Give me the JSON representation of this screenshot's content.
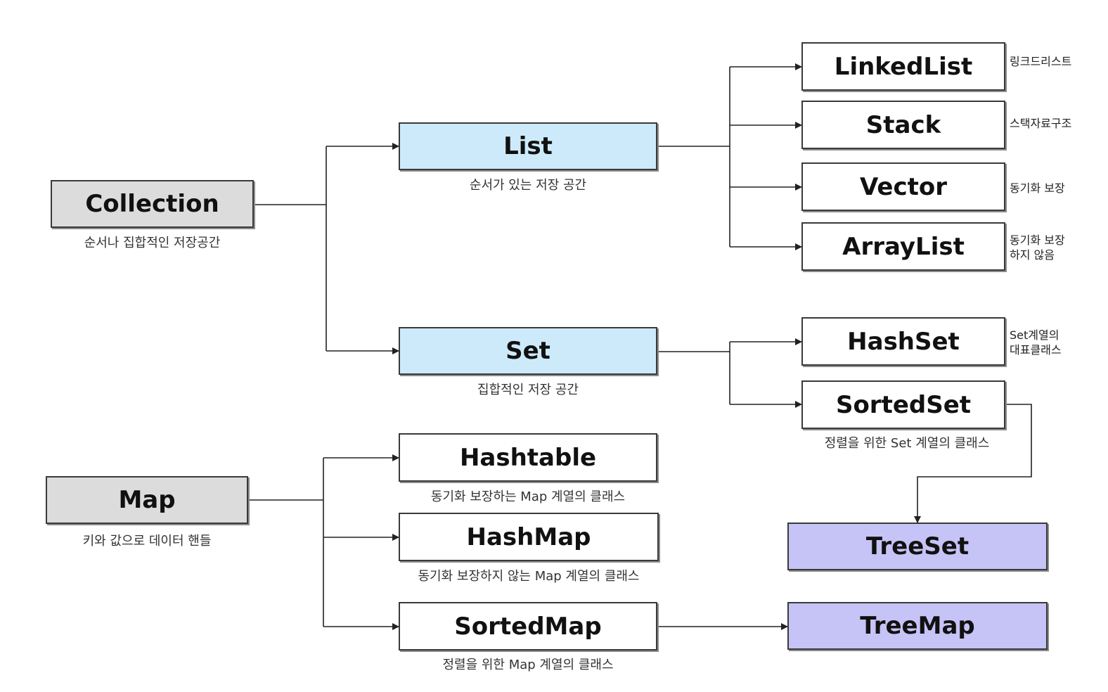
{
  "diagram": {
    "roots": {
      "collection": {
        "label": "Collection",
        "caption": "순서나 집합적인 저장공간"
      },
      "map": {
        "label": "Map",
        "caption": "키와 값으로 데이터 핸들"
      }
    },
    "interfaces": {
      "list": {
        "label": "List",
        "caption": "순서가 있는 저장 공간"
      },
      "set": {
        "label": "Set",
        "caption": "집합적인 저장 공간"
      }
    },
    "list_impls": {
      "linkedlist": {
        "label": "LinkedList",
        "note": "링크드리스트"
      },
      "stack": {
        "label": "Stack",
        "note": "스택자료구조"
      },
      "vector": {
        "label": "Vector",
        "note": "동기화 보장"
      },
      "arraylist": {
        "label": "ArrayList",
        "note_line1": "동기화 보장",
        "note_line2": "하지 않음"
      }
    },
    "set_impls": {
      "hashset": {
        "label": "HashSet",
        "note_line1": "Set계열의",
        "note_line2": "대표클래스"
      },
      "sortedset": {
        "label": "SortedSet",
        "caption": "정렬을 위한 Set 계열의 클래스"
      },
      "treeset": {
        "label": "TreeSet"
      }
    },
    "map_impls": {
      "hashtable": {
        "label": "Hashtable",
        "caption": "동기화 보장하는 Map 계열의 클래스"
      },
      "hashmap": {
        "label": "HashMap",
        "caption": "동기화 보장하지 않는 Map 계열의 클래스"
      },
      "sortedmap": {
        "label": "SortedMap",
        "caption": "정렬을 위한 Map 계열의 클래스"
      },
      "treemap": {
        "label": "TreeMap"
      }
    },
    "colors": {
      "root_fill": "#dcdcdc",
      "interface_fill": "#cdeafb",
      "tree_fill": "#c6c3f7",
      "class_fill": "#ffffff",
      "line": "#222222"
    }
  }
}
